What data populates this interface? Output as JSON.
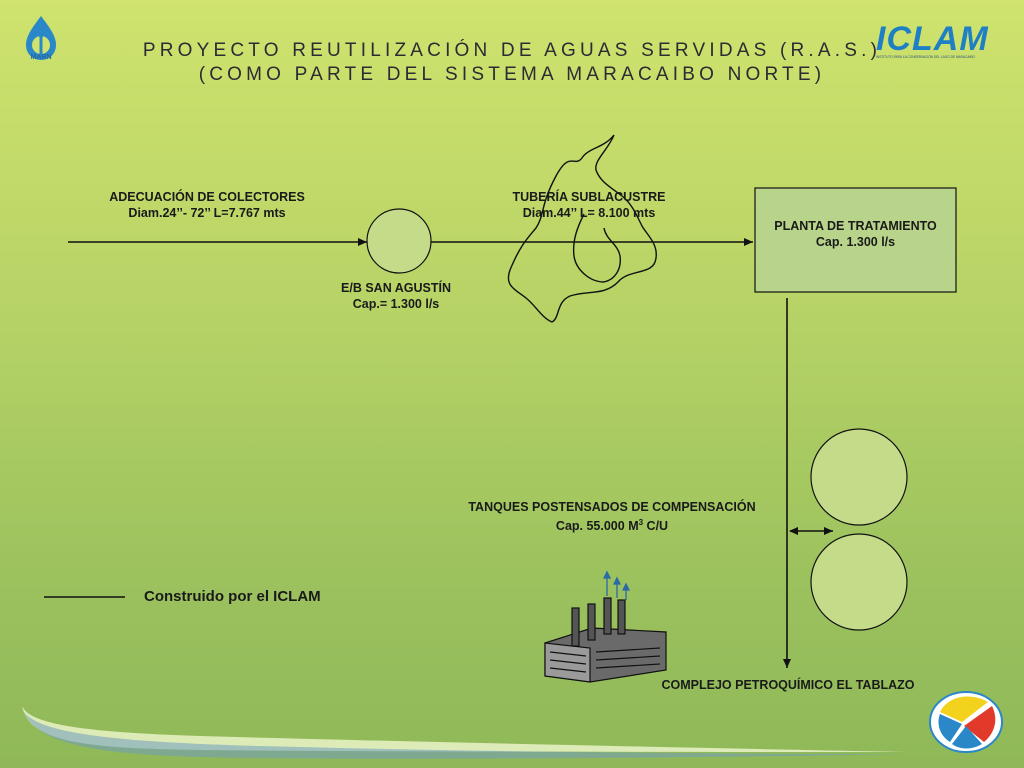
{
  "header": {
    "title_line1": "PROYECTO REUTILIZACIÓN DE AGUAS SERVIDAS (R.A.S.)",
    "title_line2": "(COMO PARTE DEL SISTEMA  MARACAIBO NORTE)"
  },
  "logos": {
    "left": "MARN",
    "right": "ICLAM",
    "right_subtitle": "INSTITUTO PARA LA CONSERVACIÓN DEL LAGO DE MARACAIBO"
  },
  "nodes": {
    "colectores": {
      "line1": "ADECUACIÓN DE COLECTORES",
      "line2": "Diam.24’’- 72’’ L=7.767 mts"
    },
    "pump_station": {
      "line1": "E/B SAN AGUSTÍN",
      "line2": "Cap.= 1.300 l/s"
    },
    "pipeline": {
      "line1": "TUBERÍA SUBLACUSTRE",
      "line2": "Diam.44’’ L= 8.100 mts"
    },
    "plant": {
      "line1": "PLANTA DE TRATAMIENTO",
      "line2": "Cap. 1.300 l/s"
    },
    "tanks": {
      "line1": "TANQUES POSTENSADOS DE COMPENSACIÓN",
      "line2_prefix": "Cap. 55.000 M",
      "line2_sup": "3",
      "line2_suffix": " C/U"
    },
    "complex": {
      "line1": "COMPLEJO PETROQUÍMICO EL TABLAZO"
    }
  },
  "legend": {
    "text": "Construido por el ICLAM"
  },
  "colors": {
    "line": "#111111",
    "node_fill": "#c4dc8a",
    "plant_fill": "#b8d48a",
    "logo_blue": "#2a88c8",
    "logo_red": "#e23a2a",
    "logo_yellow": "#f2d21c"
  }
}
